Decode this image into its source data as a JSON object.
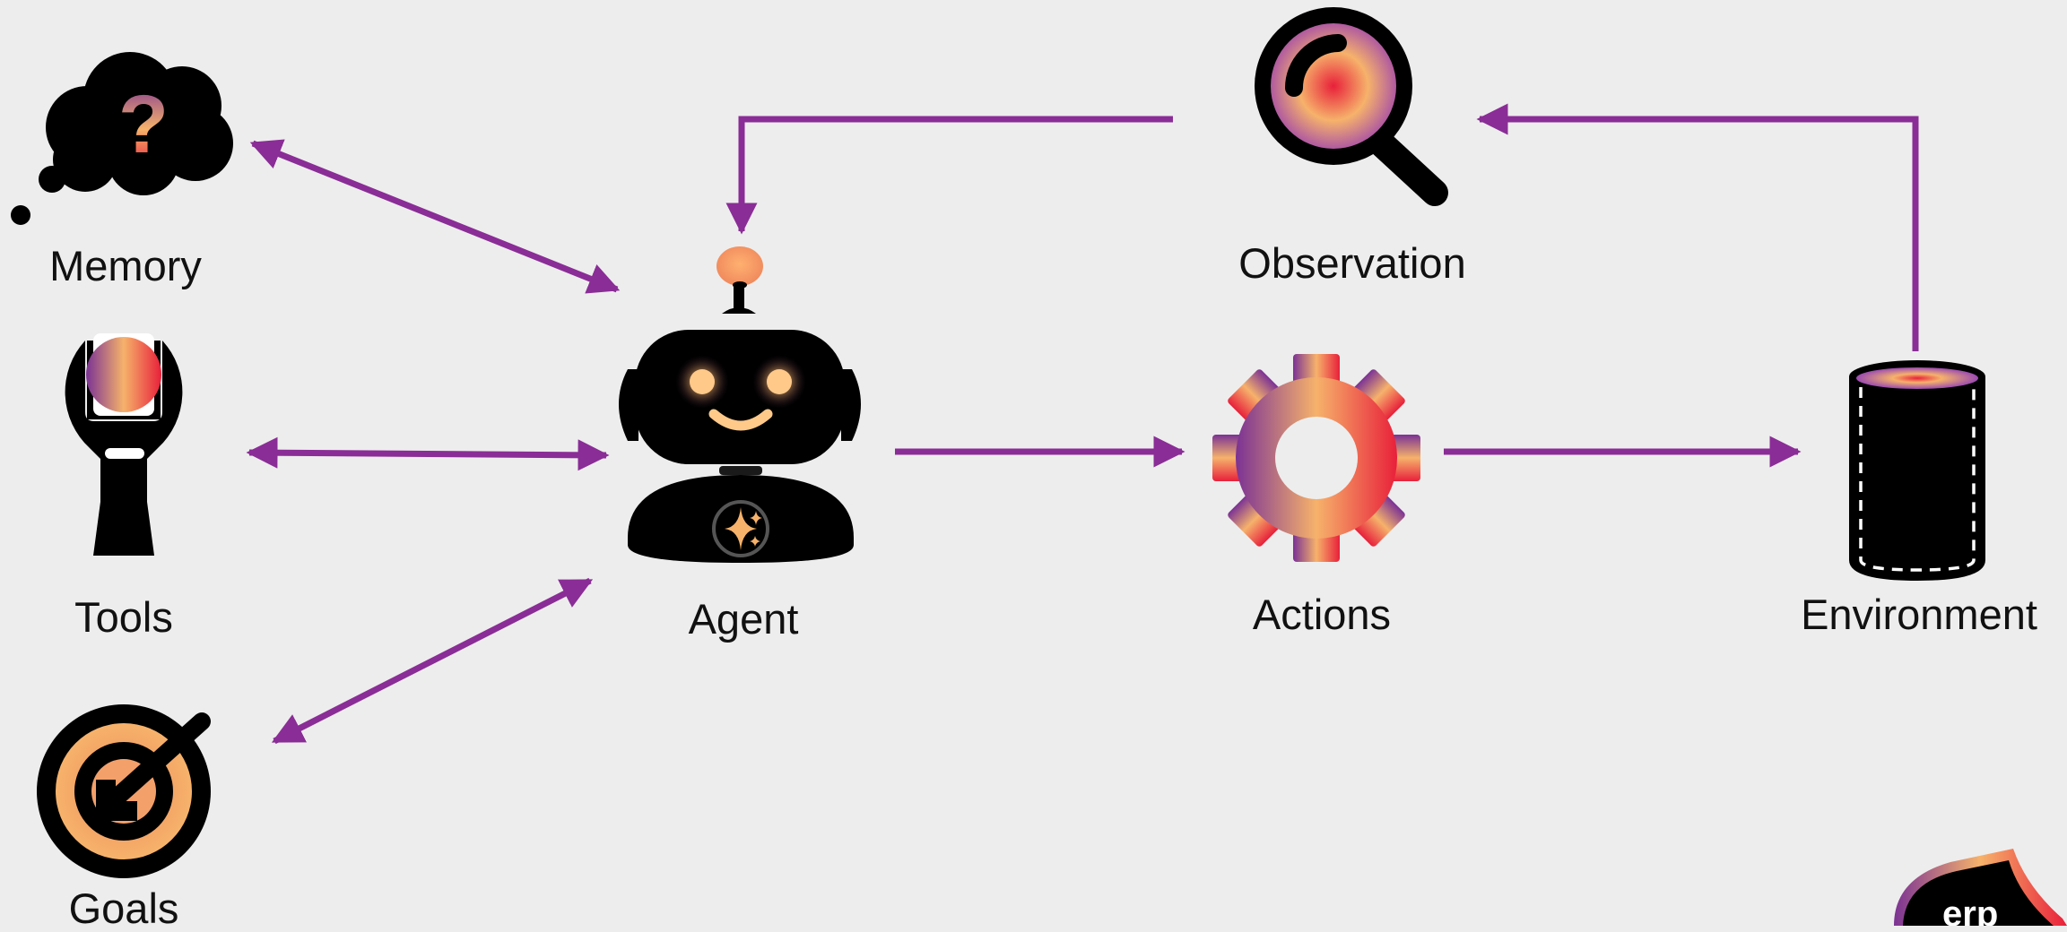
{
  "colors": {
    "background": "#ededed",
    "arrow": "#8a2d96",
    "icon": "#000000",
    "gradient_start": "#7b3294",
    "gradient_mid": "#f6b26b",
    "gradient_end": "#e8203a",
    "label": "#111111"
  },
  "nodes": {
    "memory": {
      "label": "Memory",
      "icon": "thought-cloud-question-icon"
    },
    "tools": {
      "label": "Tools",
      "icon": "wrench-icon"
    },
    "goals": {
      "label": "Goals",
      "icon": "target-check-icon"
    },
    "agent": {
      "label": "Agent",
      "icon": "robot-icon"
    },
    "actions": {
      "label": "Actions",
      "icon": "gear-icon"
    },
    "observation": {
      "label": "Observation",
      "icon": "magnifier-icon"
    },
    "environment": {
      "label": "Environment",
      "icon": "cylinder-icon"
    }
  },
  "edges": [
    {
      "from": "memory",
      "to": "agent",
      "direction": "both"
    },
    {
      "from": "tools",
      "to": "agent",
      "direction": "both"
    },
    {
      "from": "goals",
      "to": "agent",
      "direction": "both"
    },
    {
      "from": "agent",
      "to": "actions",
      "direction": "forward"
    },
    {
      "from": "actions",
      "to": "environment",
      "direction": "forward"
    },
    {
      "from": "environment",
      "to": "observation",
      "direction": "forward"
    },
    {
      "from": "observation",
      "to": "agent",
      "direction": "forward"
    }
  ],
  "brand": {
    "text": "erp",
    "icon": "brand-logo-icon"
  }
}
